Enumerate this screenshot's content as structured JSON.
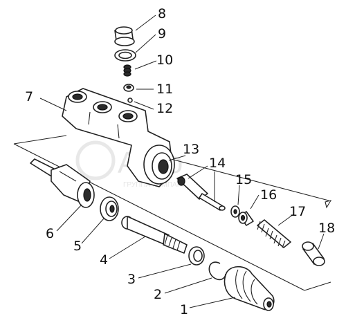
{
  "watermark": {
    "brand": "Агро",
    "tagline": "ГРУППА КОМПАНИЙ"
  },
  "parts": [
    {
      "id": "1",
      "label": "1"
    },
    {
      "id": "2",
      "label": "2"
    },
    {
      "id": "3",
      "label": "3"
    },
    {
      "id": "4",
      "label": "4"
    },
    {
      "id": "5",
      "label": "5"
    },
    {
      "id": "6",
      "label": "6"
    },
    {
      "id": "7",
      "label": "7"
    },
    {
      "id": "8",
      "label": "8"
    },
    {
      "id": "9",
      "label": "9"
    },
    {
      "id": "10",
      "label": "10"
    },
    {
      "id": "11",
      "label": "11"
    },
    {
      "id": "12",
      "label": "12"
    },
    {
      "id": "13",
      "label": "13"
    },
    {
      "id": "14",
      "label": "14"
    },
    {
      "id": "15",
      "label": "15"
    },
    {
      "id": "16",
      "label": "16"
    },
    {
      "id": "17",
      "label": "17"
    },
    {
      "id": "18",
      "label": "18"
    }
  ]
}
